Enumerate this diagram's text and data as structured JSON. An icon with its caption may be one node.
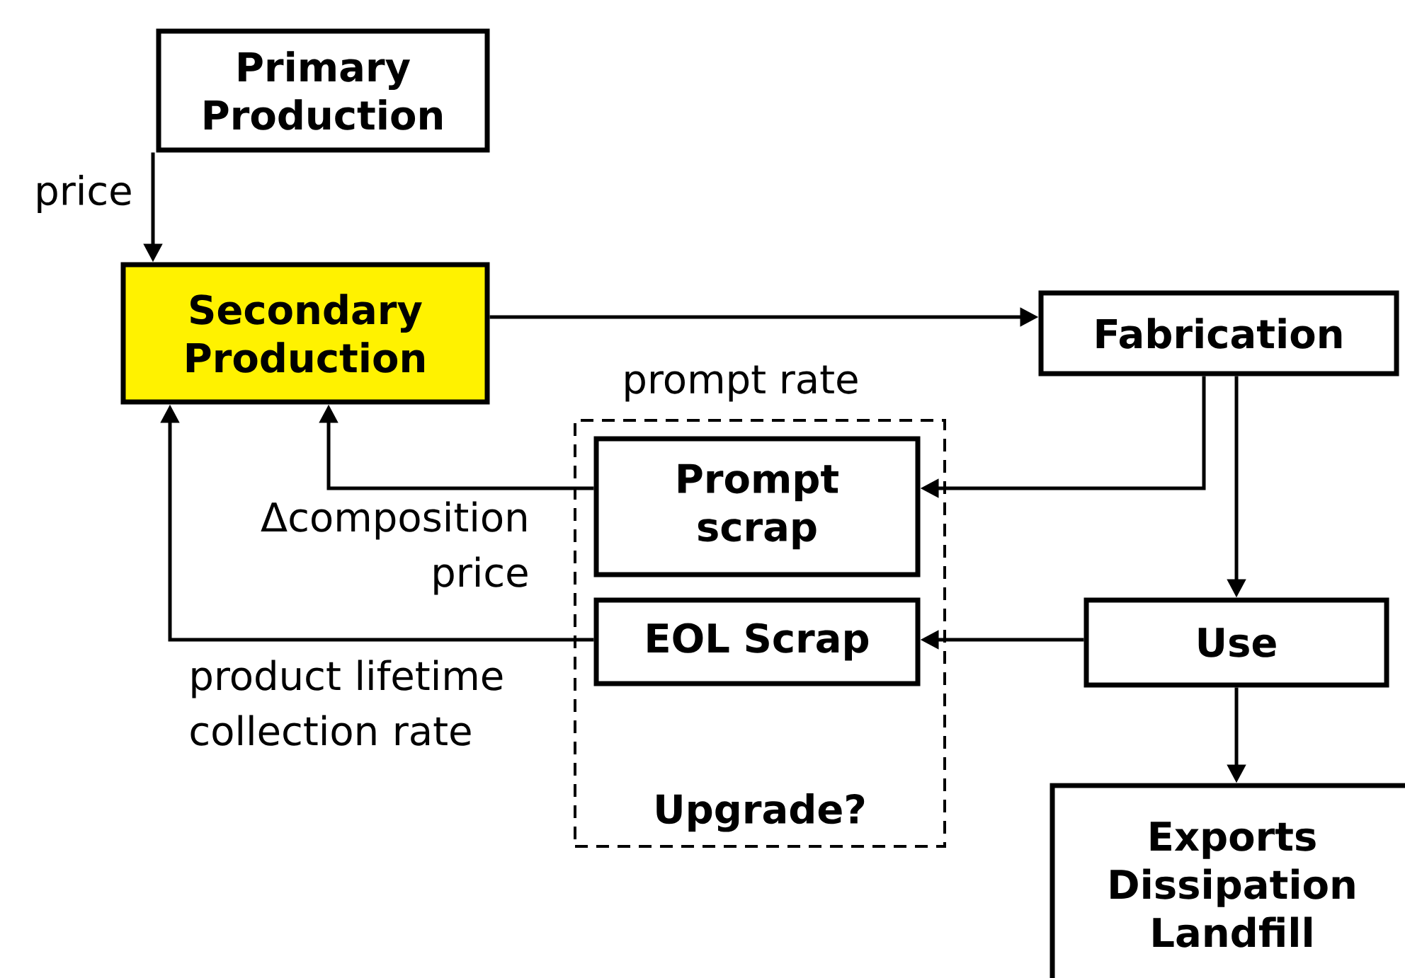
{
  "diagram": {
    "nodes": [
      {
        "text": [
          "Primary Production"
        ]
      },
      {
        "text": [
          "Secondary Production"
        ]
      },
      {
        "text": [
          "Fabrication"
        ]
      },
      {
        "text": [
          "Upgrade?"
        ]
      },
      {
        "text": [
          "Prompt scrap"
        ],
        "in": 3
      },
      {
        "text": [
          "EOL Scrap"
        ],
        "in": 3
      },
      {
        "text": [
          "Use"
        ]
      },
      {
        "text": [
          "Exports Dissipation Landfill"
        ]
      }
    ],
    "edges": [
      {
        "from": 0,
        "to": 1,
        "arrow": "to",
        "label": "price"
      },
      {
        "from": 1,
        "to": 2,
        "arrow": "to"
      },
      {
        "from": 2,
        "to": 4,
        "arrow": "to"
      },
      {
        "from": 2,
        "to": 6,
        "arrow": "to"
      },
      {
        "from": 6,
        "to": 5,
        "arrow": "to"
      },
      {
        "from": 6,
        "to": 7,
        "arrow": "to"
      },
      {
        "from": 4,
        "to": 1,
        "arrow": "to",
        "label": "Δcomposition price"
      },
      {
        "from": 5,
        "to": 1,
        "arrow": "to",
        "label": "product lifetime collection rate"
      }
    ],
    "labels": [
      "prompt rate"
    ]
  }
}
